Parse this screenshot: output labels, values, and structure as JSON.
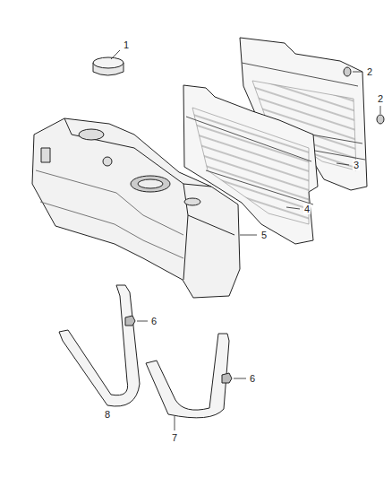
{
  "diagram": {
    "labels": [
      "1",
      "2",
      "2",
      "3",
      "4",
      "5",
      "6",
      "6",
      "8",
      "7"
    ]
  }
}
